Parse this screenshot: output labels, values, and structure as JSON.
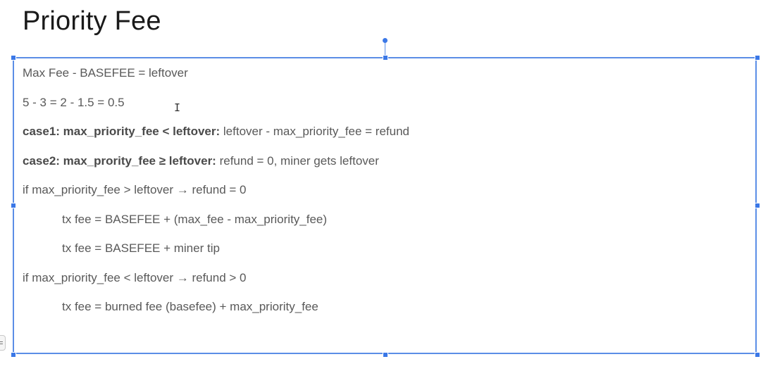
{
  "slide": {
    "title": "Priority Fee"
  },
  "textbox": {
    "line1": "Max Fee - BASEFEE = leftover",
    "line2": "5 - 3 = 2 - 1.5 = 0.5",
    "line3_bold": "case1: max_priority_fee < leftover:",
    "line3_rest": " leftover - max_priority_fee = refund",
    "line4_bold": "case2: max_prority_fee ≥ leftover:",
    "line4_rest": " refund = 0, miner gets leftover",
    "line5": "if max_priority_fee > leftover → refund = 0",
    "line6": "tx fee = BASEFEE + (max_fee - max_priority_fee)",
    "line7": "tx fee = BASEFEE + miner tip",
    "line8": "if max_priority_fee < leftover → refund > 0",
    "line9": "tx fee = burned fee (basefee) + max_priority_fee"
  },
  "colors": {
    "selection": "#5b8ee6",
    "handle": "#3b78e7",
    "text": "#595959",
    "title": "#1a1a1a"
  },
  "icons": {
    "cursor": "text-cursor-icon",
    "rotate": "rotate-handle-icon"
  }
}
